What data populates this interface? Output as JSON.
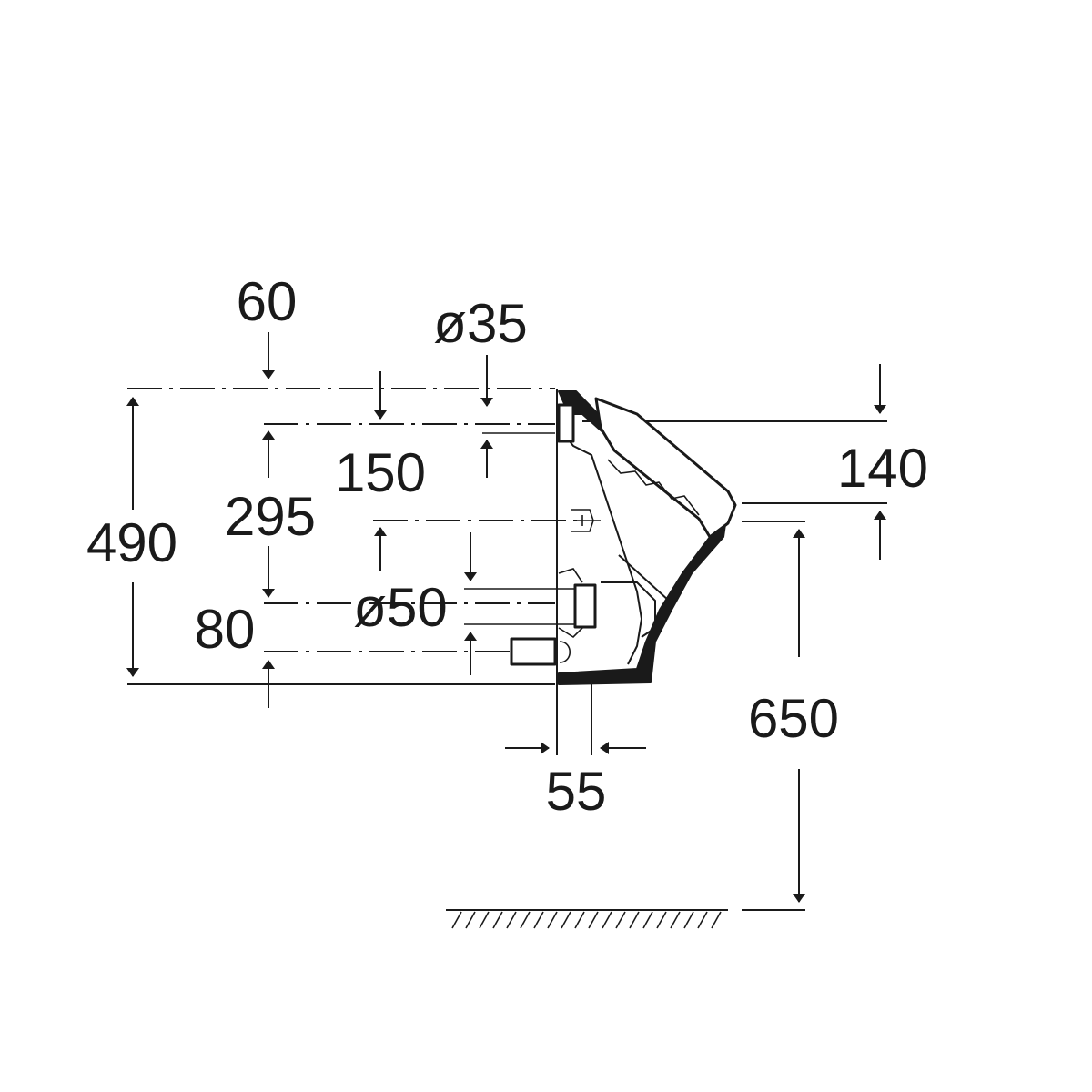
{
  "dimensions": {
    "d60": "60",
    "d35": "ø35",
    "d150": "150",
    "d295": "295",
    "d490": "490",
    "d50": "ø50",
    "d80": "80",
    "d140": "140",
    "d650": "650",
    "d55": "55"
  }
}
